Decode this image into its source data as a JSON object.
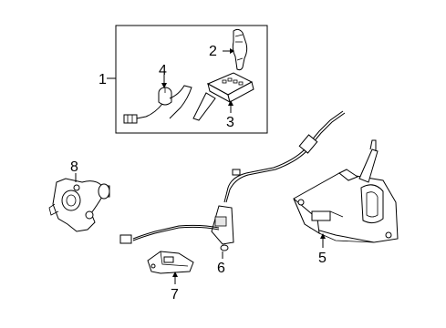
{
  "callouts": {
    "c1": "1",
    "c2": "2",
    "c3": "3",
    "c4": "4",
    "c5": "5",
    "c6": "6",
    "c7": "7",
    "c8": "8"
  },
  "colors": {
    "line": "#000000",
    "background": "#ffffff"
  }
}
